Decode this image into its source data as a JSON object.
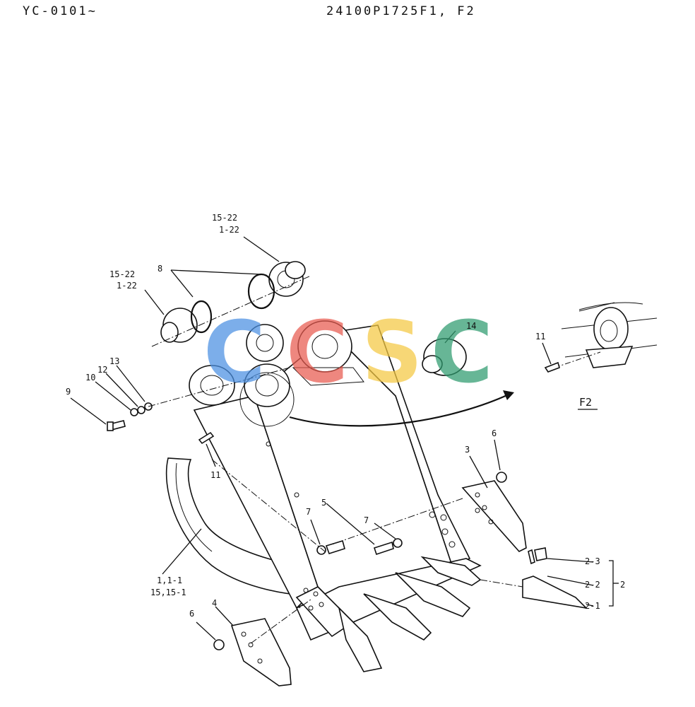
{
  "header": {
    "left_code": "YC-0101~",
    "right_code": "24100P1725F1, F2"
  },
  "watermark": {
    "letters": [
      "C",
      "C",
      "S",
      "C"
    ],
    "colors": [
      "#4a90e2",
      "#e85a4f",
      "#f5c842",
      "#2e9b6e"
    ]
  },
  "detail": {
    "label": "F2",
    "callout": "11"
  },
  "callouts": {
    "bushing_top": [
      "15-22",
      "1-22"
    ],
    "bushing_left": [
      "15-22",
      "1-22"
    ],
    "ring": "8",
    "bushing_14": "14",
    "bolt_9": "9",
    "washer_10": "10",
    "washer_12": "12",
    "washer_13": "13",
    "pin_11": "11",
    "bolt_7": "7",
    "bolt_5": "5",
    "bolt_7b": "7",
    "side_cutter_3": "3",
    "nut_6_top": "6",
    "side_cutter_4": "4",
    "nut_6_bottom": "6",
    "bucket": [
      "1,1-1",
      "15,15-1"
    ],
    "tooth_2_3": "2-3",
    "tooth_2_2": "2-2",
    "tooth_2_1": "2-1",
    "tooth_group": "2"
  }
}
